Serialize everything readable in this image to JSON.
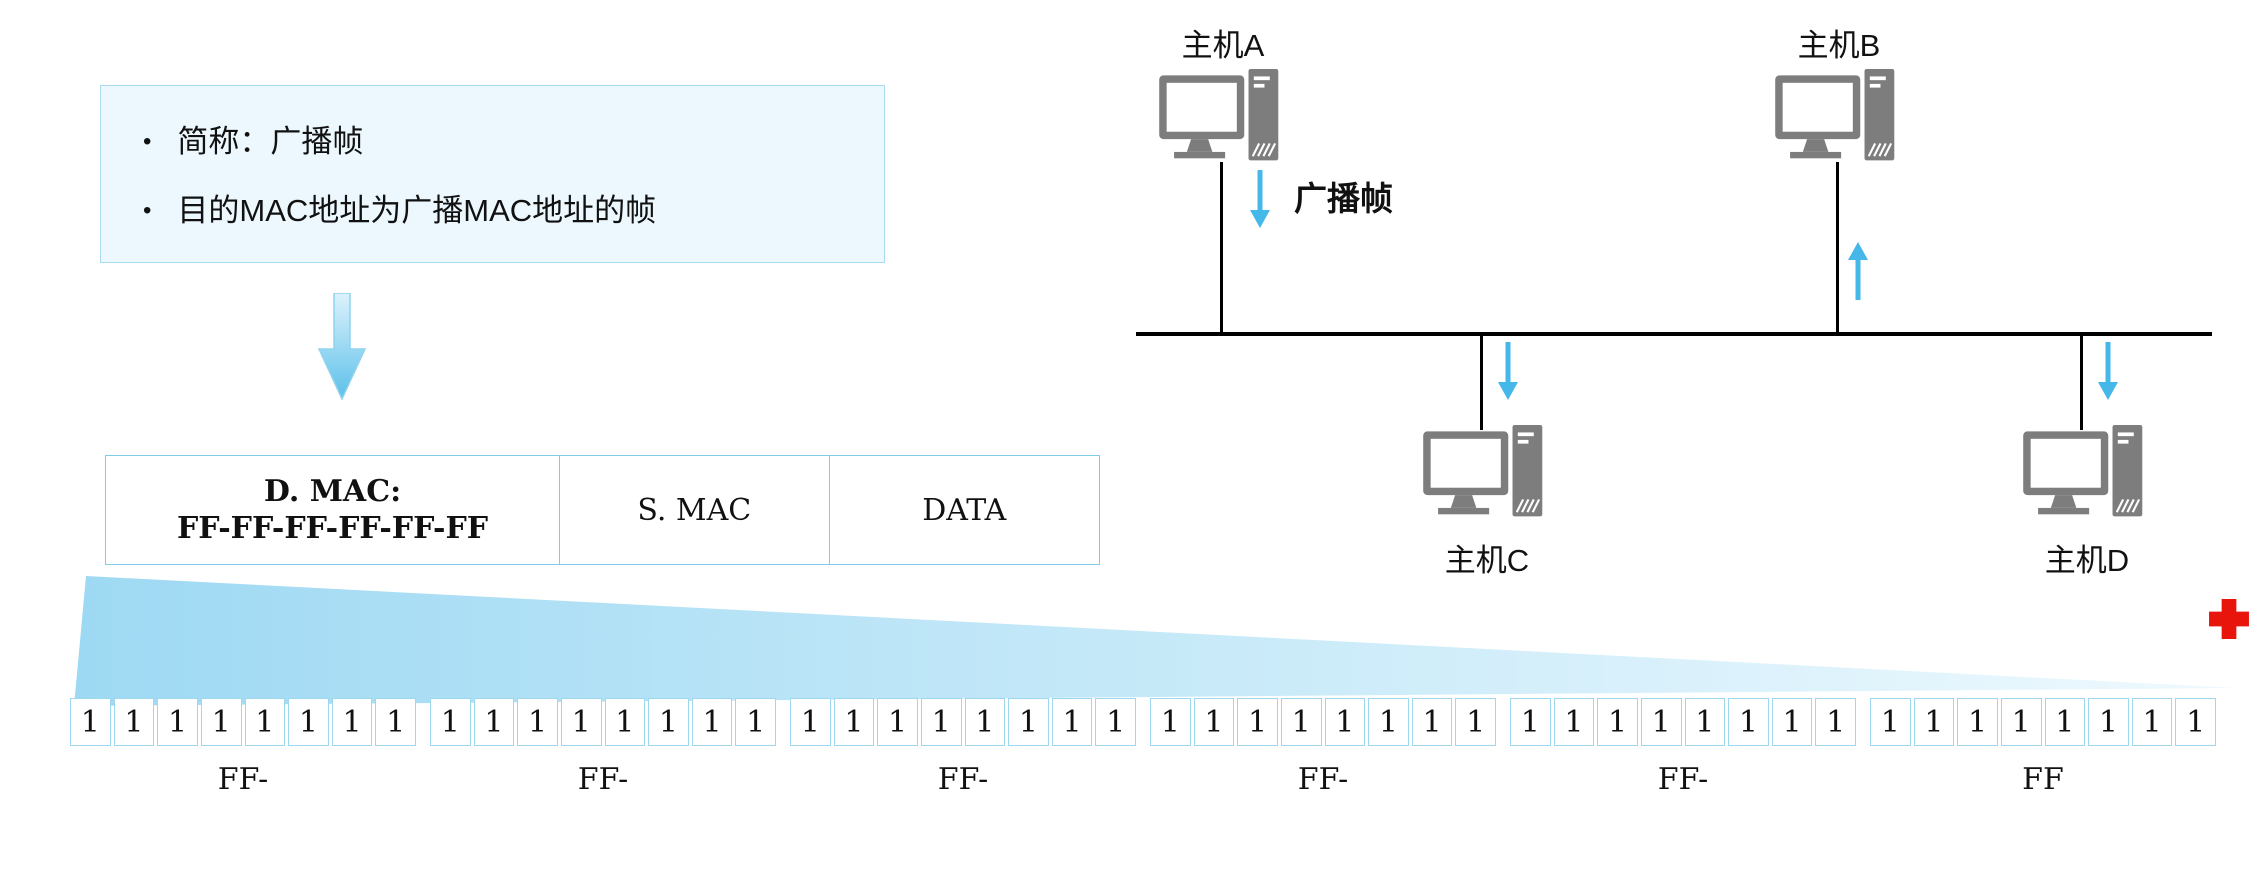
{
  "info_box": {
    "bullets": [
      "简称：广播帧",
      "目的MAC地址为广播MAC地址的帧"
    ]
  },
  "frame_table": {
    "dmac_title": "D. MAC:",
    "dmac_value": "FF-FF-FF-FF-FF-FF",
    "smac_label": "S. MAC",
    "data_label": "DATA"
  },
  "topology": {
    "broadcast_frame_label": "广播帧",
    "hosts": [
      {
        "id": "A",
        "label": "主机A"
      },
      {
        "id": "B",
        "label": "主机B"
      },
      {
        "id": "C",
        "label": "主机C"
      },
      {
        "id": "D",
        "label": "主机D"
      }
    ]
  },
  "bits": {
    "groups": [
      {
        "label": "FF-",
        "bits": [
          "1",
          "1",
          "1",
          "1",
          "1",
          "1",
          "1",
          "1"
        ]
      },
      {
        "label": "FF-",
        "bits": [
          "1",
          "1",
          "1",
          "1",
          "1",
          "1",
          "1",
          "1"
        ]
      },
      {
        "label": "FF-",
        "bits": [
          "1",
          "1",
          "1",
          "1",
          "1",
          "1",
          "1",
          "1"
        ]
      },
      {
        "label": "FF-",
        "bits": [
          "1",
          "1",
          "1",
          "1",
          "1",
          "1",
          "1",
          "1"
        ]
      },
      {
        "label": "FF-",
        "bits": [
          "1",
          "1",
          "1",
          "1",
          "1",
          "1",
          "1",
          "1"
        ]
      },
      {
        "label": "FF",
        "bits": [
          "1",
          "1",
          "1",
          "1",
          "1",
          "1",
          "1",
          "1"
        ]
      }
    ]
  },
  "colors": {
    "accent_blue": "#45b7e8",
    "light_blue_border": "#8fd3ee",
    "box_background": "#ecf8fe",
    "computer_gray": "#7d7d7d",
    "bus_black": "#000000",
    "red_plus": "#e8150d"
  }
}
